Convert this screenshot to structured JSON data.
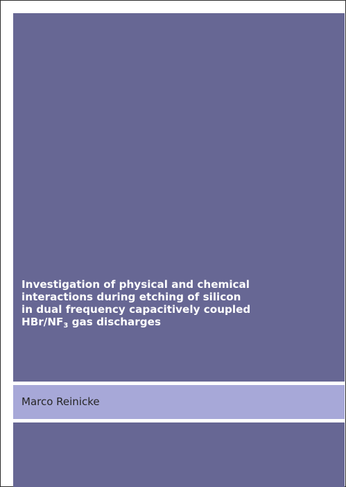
{
  "cover": {
    "title_lines": [
      "Investigation of physical and chemical",
      "interactions during etching of silicon",
      "in dual frequency capacitively coupled"
    ],
    "title_last_line": {
      "prefix": "HBr/NF",
      "subscript": "3",
      "suffix": " gas discharges"
    },
    "author": "Marco Reinicke"
  },
  "colors": {
    "cover_background": "#676794",
    "author_band": "#a7a8d8",
    "title_text": "#ffffff",
    "author_text": "#262626"
  }
}
